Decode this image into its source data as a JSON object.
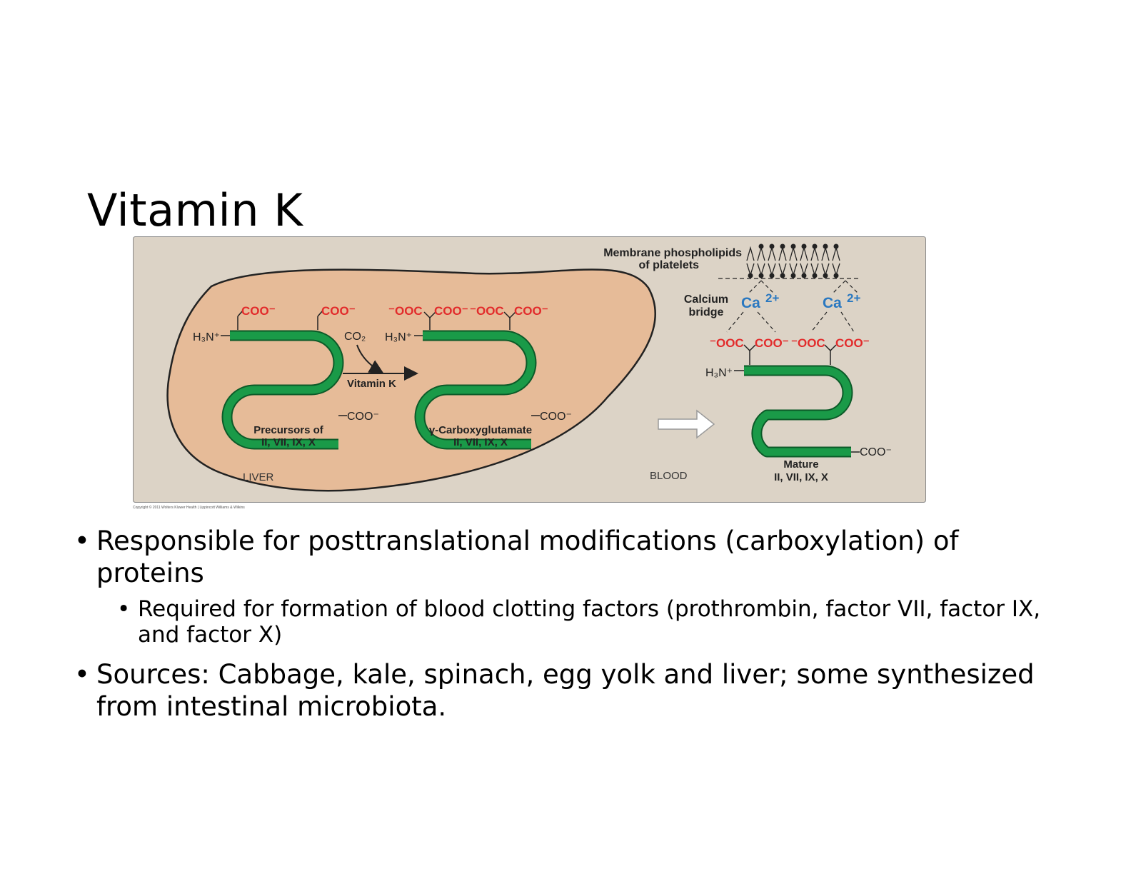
{
  "slide": {
    "title": "Vitamin K"
  },
  "diagram": {
    "membrane_label_1": "Membrane phospholipids",
    "membrane_label_2": "of platelets",
    "calcium_label_1": "Calcium",
    "calcium_label_2": "bridge",
    "calcium_ion": "Ca",
    "calcium_charge": "2+",
    "precursor": {
      "coo_1": "COO⁻",
      "coo_2": "COO⁻",
      "n_terminus": "H₃N⁺",
      "c_terminus": "COO⁻",
      "label_1": "Precursors of",
      "label_2": "II, VII, IX, X"
    },
    "reaction": {
      "co2": "CO₂",
      "enzyme": "Vitamin K"
    },
    "carboxylated": {
      "gla_1": "⁻OOC",
      "gla_2": "COO⁻",
      "gla_3": "⁻OOC",
      "gla_4": "COO⁻",
      "n_terminus": "H₃N⁺",
      "c_terminus": "COO⁻",
      "label_1": "γ-Carboxyglutamate",
      "label_2": "II, VII, IX, X"
    },
    "mature": {
      "gla_1": "⁻OOC",
      "gla_2": "COO⁻",
      "gla_3": "⁻OOC",
      "gla_4": "COO⁻",
      "n_terminus": "H₃N⁺",
      "c_terminus": "COO⁻",
      "label_1": "Mature",
      "label_2": "II, VII, IX, X"
    },
    "liver_label": "LIVER",
    "blood_label": "BLOOD",
    "colors": {
      "background": "#dcd3c6",
      "liver": "#e6bb98",
      "protein": "#1a9a48",
      "carboxyl": "#e22b2b",
      "calcium": "#2a78c0"
    }
  },
  "copyright": "Copyright © 2011 Wolters Kluwer Health | Lippincott Williams & Wilkins",
  "bullets": [
    {
      "text": "Responsible for posttranslational modifications (carboxylation) of proteins",
      "sub": [
        {
          "text": "Required for formation of blood clotting factors (prothrombin, factor VII, factor IX, and factor X)"
        }
      ]
    },
    {
      "text": "Sources: Cabbage, kale, spinach, egg yolk and liver; some synthesized from intestinal microbiota."
    }
  ]
}
